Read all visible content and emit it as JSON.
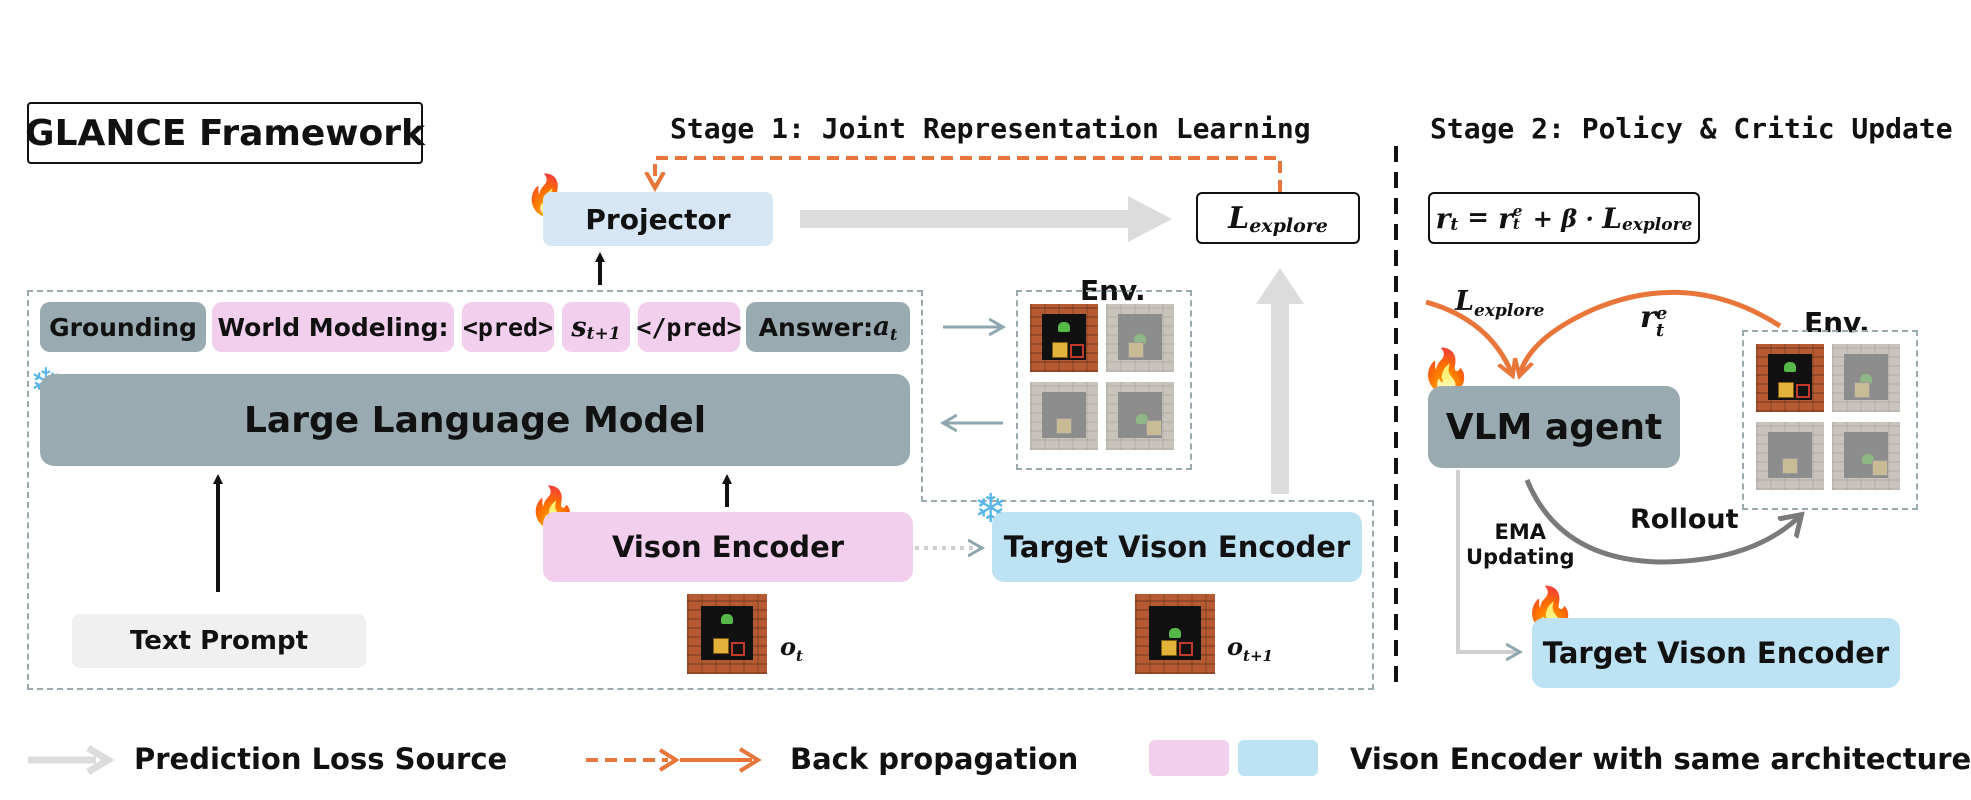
{
  "framework_title": "GLANCE Framework",
  "stage1_title": "Stage 1: Joint Representation Learning",
  "stage2_title": "Stage 2: Policy & Critic Update",
  "projector": "Projector",
  "loss_main": "L",
  "loss_sub": "explore",
  "tokens": {
    "grounding": "Grounding",
    "world_modeling": "World Modeling:",
    "pred_open": "<pred>",
    "state_main": "s",
    "state_sub": "t+1",
    "pred_close": "</pred>",
    "answer": "Answer:",
    "answer_var_main": "a",
    "answer_var_sub": "t"
  },
  "llm": "Large Language Model",
  "vision_encoder": "Vison Encoder",
  "target_vision_encoder": "Target Vison Encoder",
  "text_prompt": "Text Prompt",
  "env_label": "Env.",
  "obs_t_main": "o",
  "obs_t_sub": "t",
  "obs_t1_main": "o",
  "obs_t1_sub": "t+1",
  "reward_formula": {
    "r": "r",
    "r_sub": "t",
    "eq": " = ",
    "re": "r",
    "re_sup": "e",
    "re_sub": "t",
    "plus": " + β · ",
    "L": "L",
    "L_sub": "explore"
  },
  "stage2": {
    "loss_main": "L",
    "loss_sub": "explore",
    "reward_main": "r",
    "reward_sup": "e",
    "reward_sub": "t",
    "vlm_agent": "VLM agent",
    "rollout": "Rollout",
    "ema_line1": "EMA",
    "ema_line2": "Updating",
    "target_vision_encoder": "Target Vison Encoder",
    "env_label": "Env."
  },
  "legend": {
    "prediction_loss": "Prediction Loss Source",
    "back_propagation": "Back propagation",
    "same_architecture": "Vison Encoder with same architecture"
  },
  "colors": {
    "orange": "#e8763a",
    "grey_box": "#9aaab1",
    "pink": "#f2cfec",
    "blue": "#bde2f3",
    "arrow_grey": "#d6d6d6"
  }
}
